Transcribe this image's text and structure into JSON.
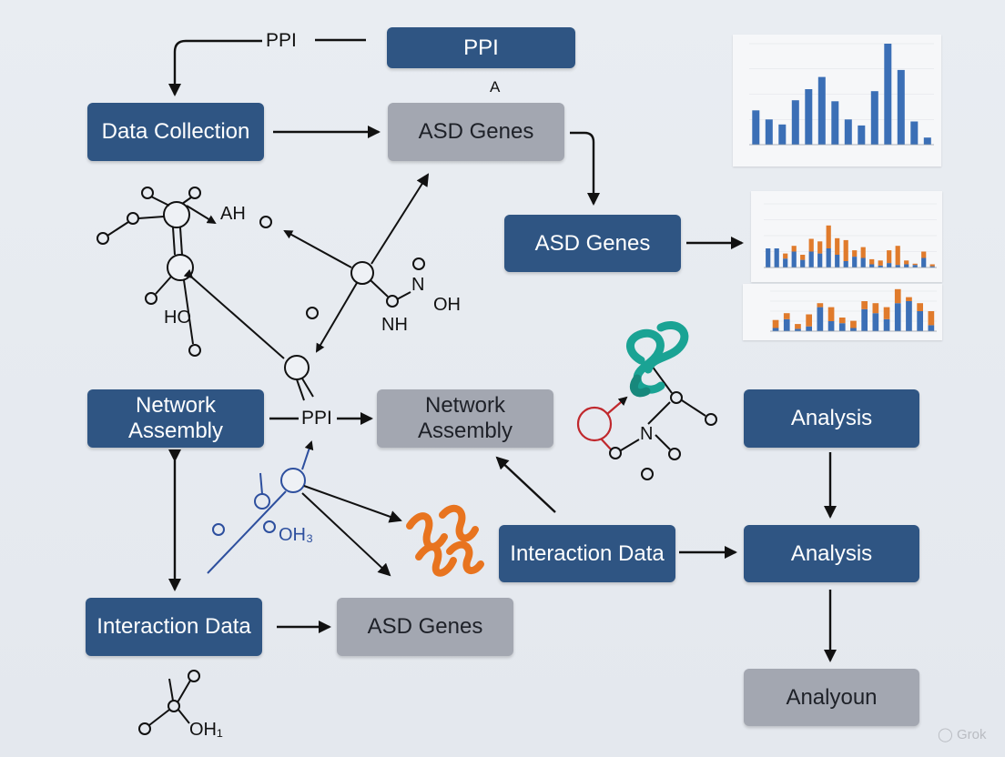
{
  "colors": {
    "node_blue": "#2f5583",
    "node_grey": "#a3a7b1",
    "bar_blue": "#3b6fb6",
    "bar_orange": "#e07b2c",
    "protein_teal": "#1aa394",
    "protein_orange": "#e8741f",
    "molecule_red": "#c0282d",
    "molecule_blue": "#2d4f9e"
  },
  "nodes": {
    "ppi_top": "PPI",
    "data_collection": "Data Collection",
    "asd_genes_top": "ASD Genes",
    "asd_genes_mid": "ASD Genes",
    "network_assembly_left": "Network\nAssembly",
    "network_assembly_mid": "Network\nAssembly",
    "analysis_top": "Analysis",
    "analysis_mid": "Analysis",
    "analyoun": "Analyoun",
    "interaction_data_mid": "Interaction Data",
    "interaction_data_left": "Interaction Data",
    "asd_genes_bottom": "ASD Genes"
  },
  "labels": {
    "ppi_edge_top": "PPI",
    "ppi_edge_mid": "PPI",
    "small_a": "A"
  },
  "molecule_labels": {
    "ah": "AH",
    "ho": "HO",
    "n": "N",
    "oh": "OH",
    "nh": "NH",
    "oh3": "OH₃",
    "oh1": "OH₁",
    "n_red": "N"
  },
  "watermark": "Grok",
  "chart_data": [
    {
      "type": "bar",
      "series": [
        {
          "values": [
            34,
            25,
            20,
            44,
            55,
            67,
            43,
            25,
            19,
            53,
            100,
            74,
            23,
            7
          ]
        }
      ],
      "ylim": [
        0,
        100
      ]
    },
    {
      "type": "bar",
      "series": [
        {
          "values": [
            30,
            30,
            14,
            25,
            12,
            25,
            22,
            30,
            20,
            10,
            17,
            15,
            5,
            3,
            7,
            4,
            5,
            4,
            15,
            2
          ]
        },
        {
          "values": [
            0,
            0,
            8,
            9,
            8,
            20,
            19,
            36,
            26,
            33,
            10,
            17,
            8,
            8,
            20,
            30,
            6,
            2,
            10,
            3
          ]
        }
      ],
      "ylim": [
        0,
        100
      ]
    },
    {
      "type": "bar",
      "series": [
        {
          "values": [
            8,
            30,
            6,
            12,
            60,
            25,
            20,
            8,
            55,
            45,
            30,
            70,
            75,
            50,
            15
          ]
        },
        {
          "values": [
            20,
            15,
            12,
            30,
            10,
            35,
            14,
            18,
            20,
            25,
            30,
            35,
            10,
            20,
            35
          ]
        }
      ],
      "ylim": [
        0,
        100
      ]
    }
  ]
}
